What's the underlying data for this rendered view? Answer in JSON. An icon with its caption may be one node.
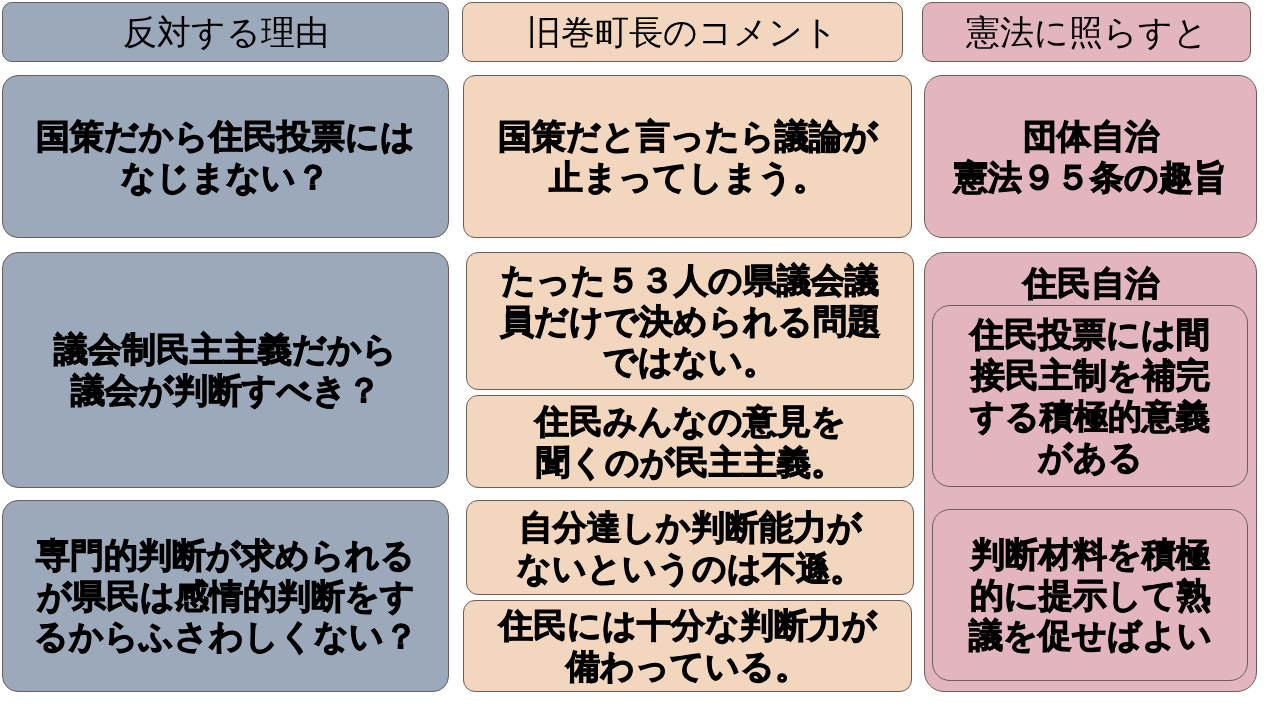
{
  "diagram": {
    "nodes": [
      {
        "text": [
          "反対する理由"
        ]
      },
      {
        "text": [
          "旧巻町長のコメント"
        ]
      },
      {
        "text": [
          "憲法に照らすと"
        ]
      },
      {
        "text": [
          "国策だから住民投票にはなじまない？"
        ]
      },
      {
        "text": [
          "国策だと言ったら議論が止まってしまう。"
        ]
      },
      {
        "text": [
          "団体自治",
          "憲法９５条の趣旨"
        ]
      },
      {
        "text": [
          "議会制民主主義だから議会が判断すべき？"
        ]
      },
      {
        "text": [
          "たった５３人の県議会議員だけで決められる問題ではない。"
        ]
      },
      {
        "text": [
          "住民みんなの意見を聞くのが民主主義。"
        ]
      },
      {
        "text": [
          "住民自治"
        ]
      },
      {
        "text": [
          "住民投票には間接民主制を補完する積極的意義がある"
        ],
        "in": 9
      },
      {
        "text": [
          "判断材料を積極的に提示して熟議を促せばよい"
        ],
        "in": 9
      },
      {
        "text": [
          "専門的判断が求められるが県民は感情的判断をするからふさわしくない？"
        ]
      },
      {
        "text": [
          "自分達しか判断能力がないというのは不遜。"
        ]
      },
      {
        "text": [
          "住民には十分な判断力が備わっている。"
        ]
      }
    ]
  }
}
